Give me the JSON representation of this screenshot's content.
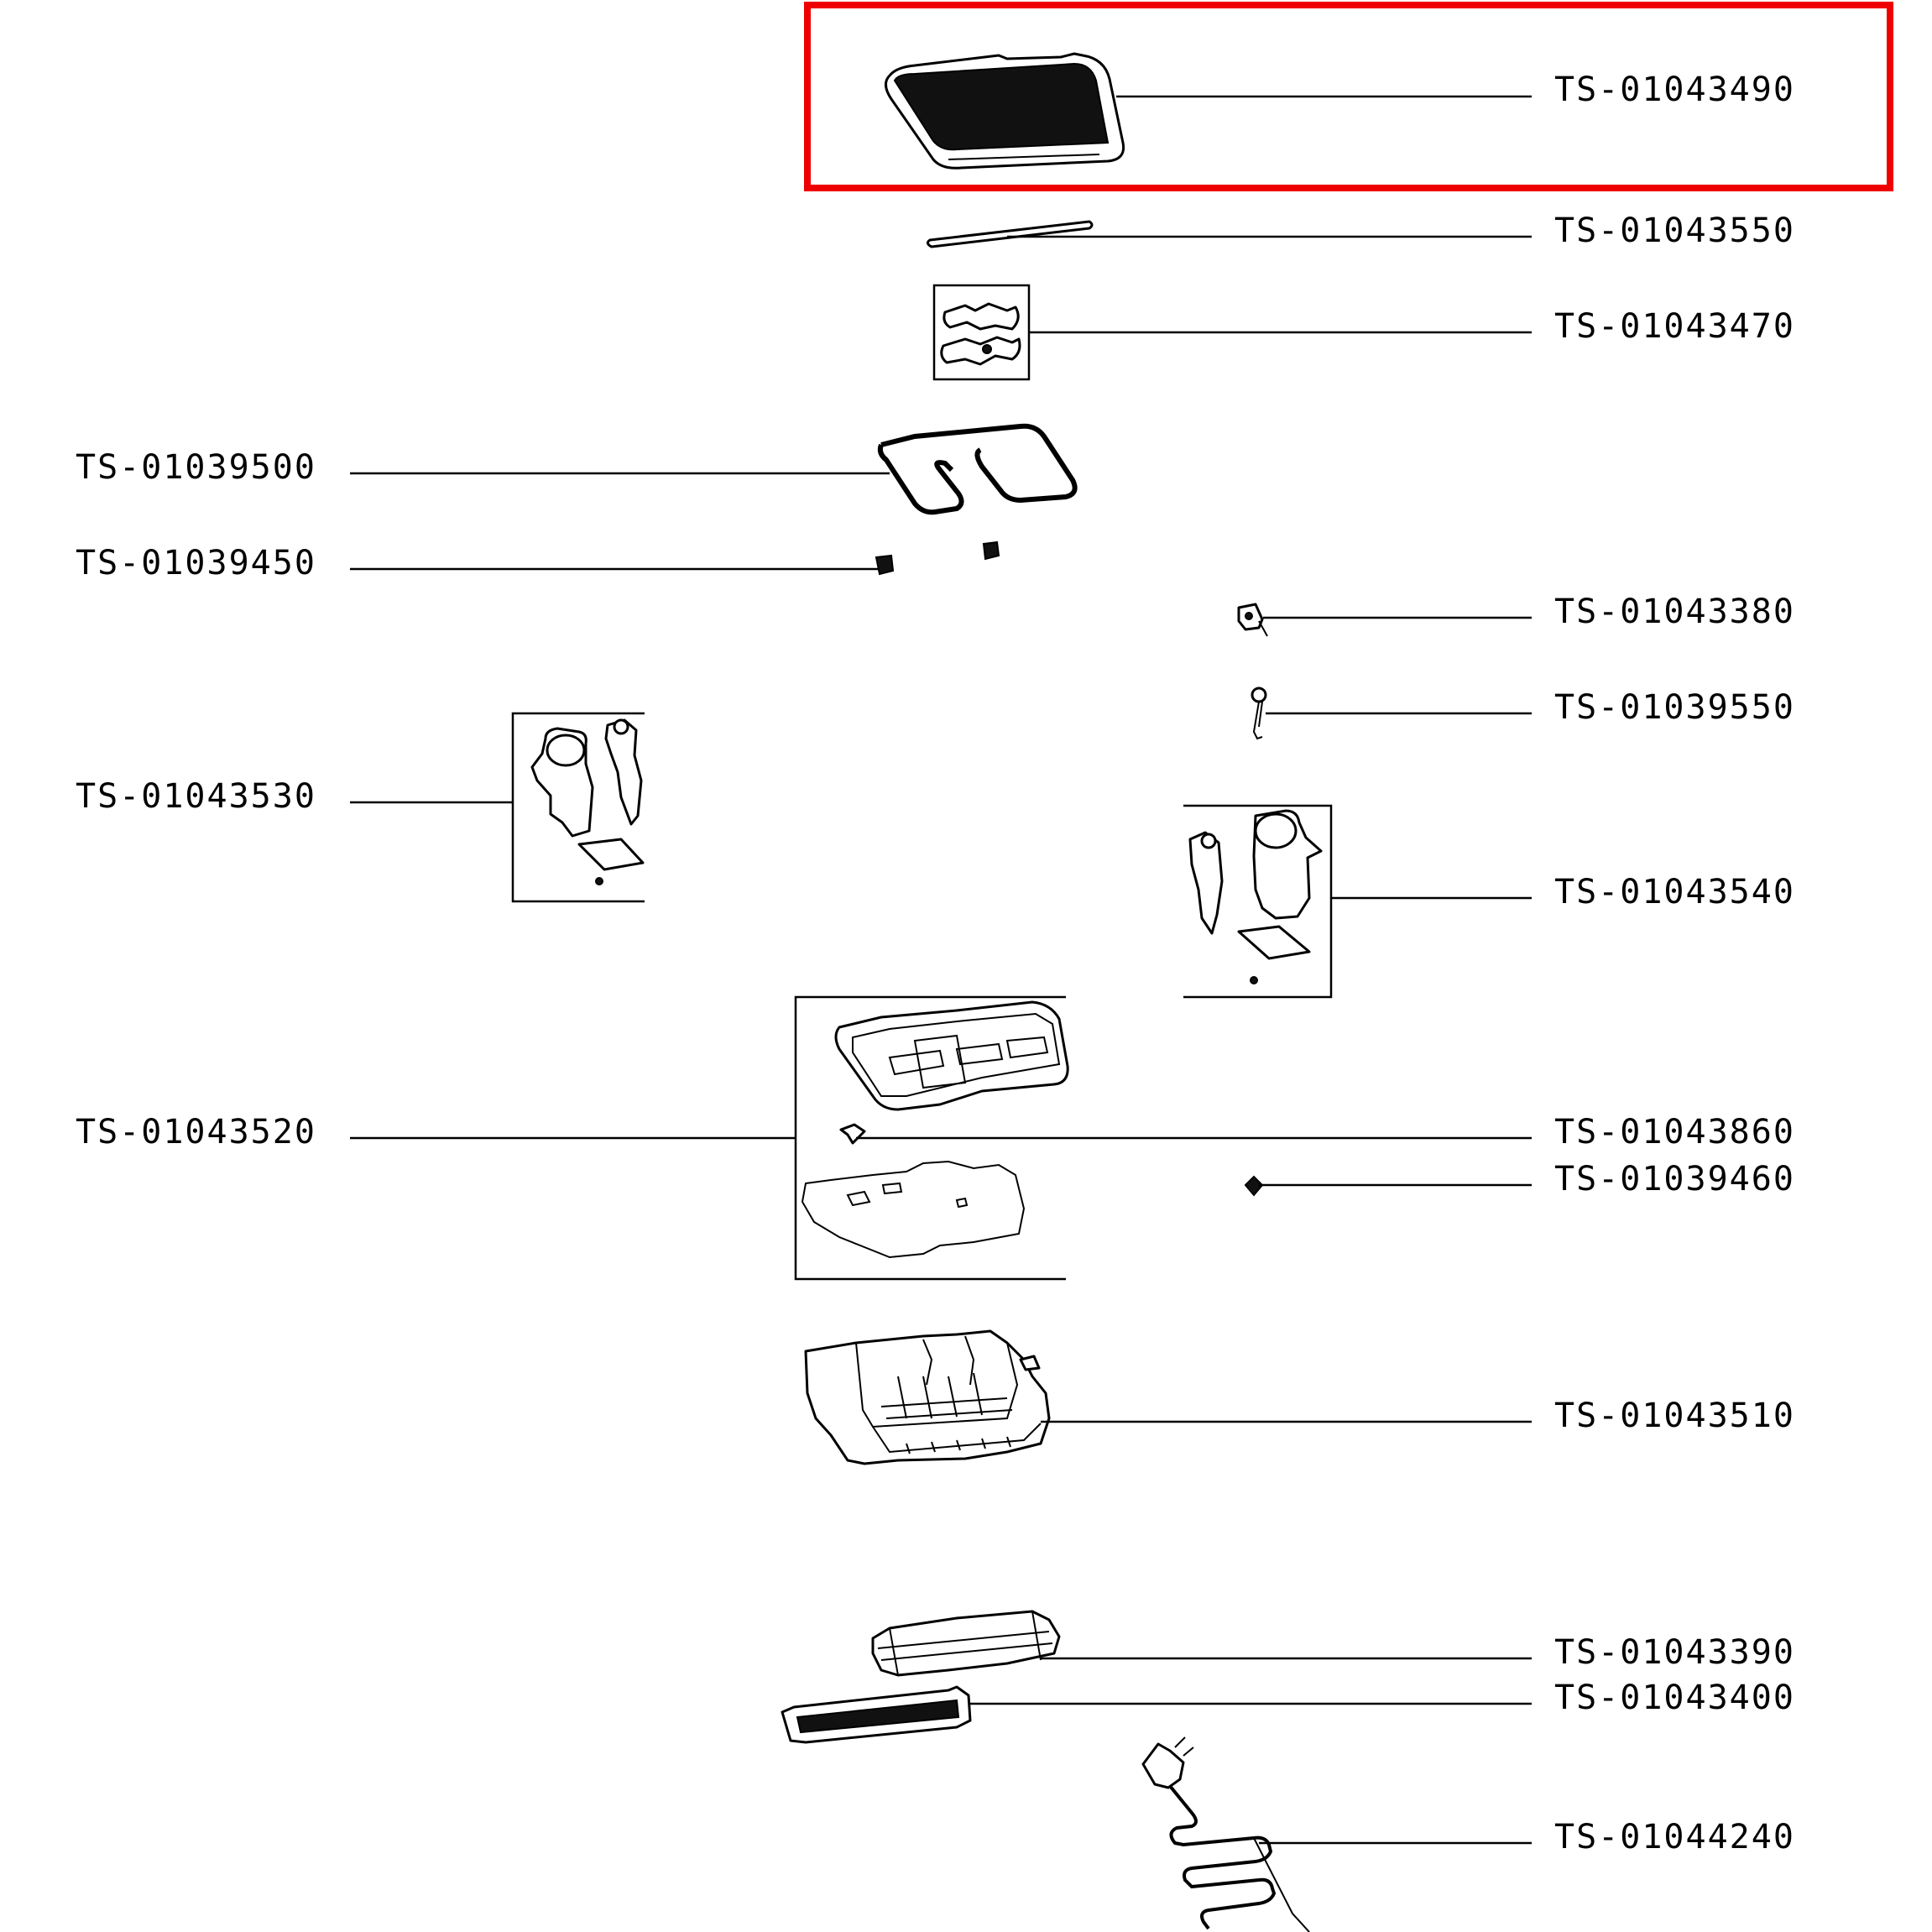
{
  "highlight": {
    "color": "#ee0000",
    "target": "TS-01043490"
  },
  "parts": [
    {
      "id": "upper-grill-plate",
      "ref": "TS-01043490",
      "icon": "grill-plate-icon"
    },
    {
      "id": "hinge-rod",
      "ref": "TS-01043550",
      "icon": "rod-icon"
    },
    {
      "id": "hinge-kit",
      "ref": "TS-01043470",
      "icon": "hinge-icon"
    },
    {
      "id": "heating-element-upper",
      "ref": "TS-01039500",
      "icon": "heating-element-icon"
    },
    {
      "id": "clips",
      "ref": "TS-01039450",
      "icon": "clip-icon"
    },
    {
      "id": "thermostat",
      "ref": "TS-01043380",
      "icon": "thermostat-icon"
    },
    {
      "id": "probe",
      "ref": "TS-01039550",
      "icon": "probe-icon"
    },
    {
      "id": "left-hinge-assembly",
      "ref": "TS-01043530",
      "icon": "hinge-assembly-icon"
    },
    {
      "id": "right-hinge-assembly",
      "ref": "TS-01043540",
      "icon": "hinge-assembly-icon"
    },
    {
      "id": "lower-plate-kit",
      "ref": "TS-01043520",
      "icon": "lower-plate-icon"
    },
    {
      "id": "screw",
      "ref": "TS-01043860",
      "icon": "screw-icon"
    },
    {
      "id": "foot",
      "ref": "TS-01039460",
      "icon": "foot-icon"
    },
    {
      "id": "base-housing",
      "ref": "TS-01043510",
      "icon": "housing-icon"
    },
    {
      "id": "drip-tray",
      "ref": "TS-01043390",
      "icon": "drip-tray-icon"
    },
    {
      "id": "handle",
      "ref": "TS-01043400",
      "icon": "handle-icon"
    },
    {
      "id": "power-cord",
      "ref": "TS-01044240",
      "icon": "power-cord-icon"
    }
  ]
}
